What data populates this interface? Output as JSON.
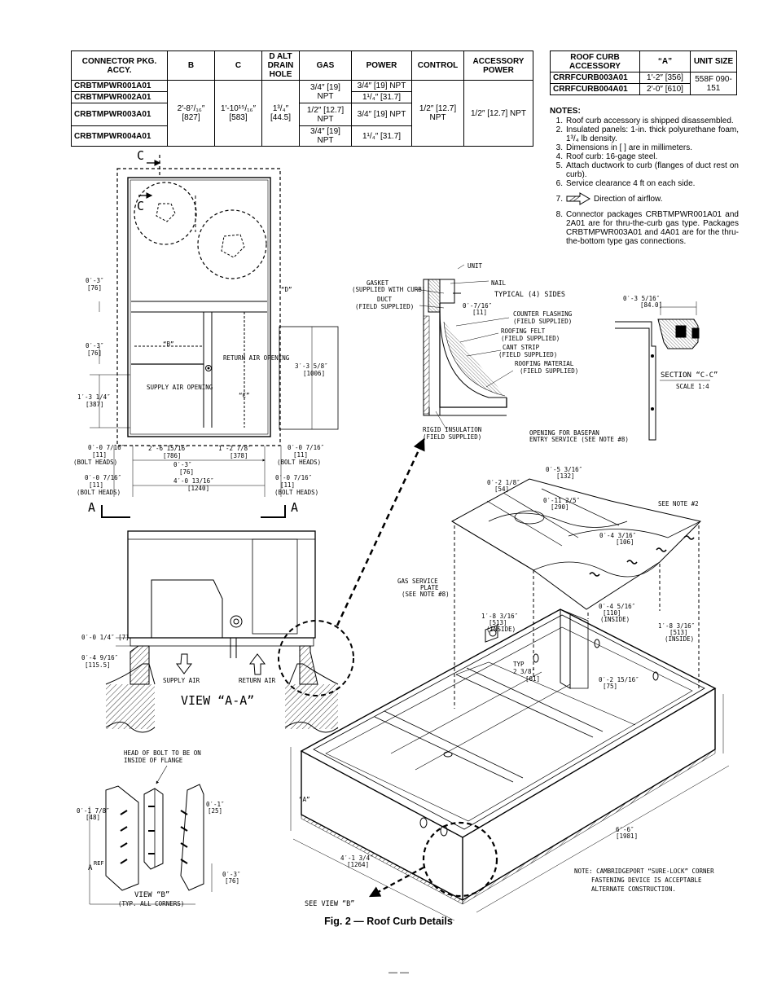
{
  "connector_table": {
    "headers": [
      "CONNECTOR PKG. ACCY.",
      "B",
      "C",
      "D ALT DRAIN HOLE",
      "GAS",
      "POWER",
      "CONTROL",
      "ACCESSORY POWER"
    ],
    "packages": [
      "CRBTMPWR001A01",
      "CRBTMPWR002A01",
      "CRBTMPWR003A01",
      "CRBTMPWR004A01"
    ],
    "b": "2′-8⁷/₁₆″ [827]",
    "c": "1′-10¹⁵/₁₆″ [583]",
    "d": "1³/₄″ [44.5]",
    "gas": [
      "3/4″ [19] NPT",
      "1/2″ [12.7] NPT",
      "3/4″ [19] NPT"
    ],
    "power": [
      "3/4″ [19] NPT",
      "1¹/₄″ [31.7]",
      "3/4″ [19] NPT",
      "1¹/₄″ [31.7]"
    ],
    "control": "1/2″ [12.7] NPT",
    "accessory_power": "1/2″ [12.7] NPT"
  },
  "curb_table": {
    "headers": [
      "ROOF CURB ACCESSORY",
      "“A”",
      "UNIT SIZE"
    ],
    "rows": [
      {
        "accessory": "CRRFCURB003A01",
        "a": "1′-2″ [356]"
      },
      {
        "accessory": "CRRFCURB004A01",
        "a": "2′-0″ [610]"
      }
    ],
    "unit_size": "558F 090-151"
  },
  "notes": {
    "title": "NOTES:",
    "items": [
      {
        "num": "1.",
        "text": "Roof curb accessory is shipped disassembled."
      },
      {
        "num": "2.",
        "text": "Insulated panels: 1-in. thick polyurethane foam, 1³/₄ lb density."
      },
      {
        "num": "3.",
        "text": "Dimensions in [ ] are in millimeters."
      },
      {
        "num": "4.",
        "text": "Roof curb: 16-gage steel."
      },
      {
        "num": "5.",
        "text": "Attach ductwork to curb (flanges of duct rest on curb)."
      },
      {
        "num": "6.",
        "text": "Service clearance 4 ft on each side."
      },
      {
        "num": "7.",
        "text": "Direction of airflow."
      },
      {
        "num": "8.",
        "text": "Connector packages CRBTMPWR001A01 and 2A01 are for thru-the-curb gas type. Packages CRBTMPWR003A01 and 4A01 are for the thru-the-bottom type gas connections."
      }
    ]
  },
  "plan_view": {
    "section_label": "C",
    "point_d": "“D”",
    "point_b": "“B”",
    "point_c": "“C”",
    "return_air": "RETURN AIR OPENING",
    "supply_air": "SUPPLY AIR OPENING",
    "dim_0_3_76_a": [
      "0′-3″",
      "[76]"
    ],
    "dim_0_3_76_b": [
      "0′-3″",
      "[76]"
    ],
    "dim_1_3": [
      "1′-3 1/4″",
      "[387]"
    ],
    "dim_3_3": [
      "3′-3 5/8″",
      "[1006]"
    ],
    "dim_bolt_l": [
      "0′-0 7/16″",
      "[11]",
      "(BOLT HEADS)"
    ],
    "dim_bolt_r": [
      "0′-0 7/16″",
      "[11]",
      "(BOLT HEADS)"
    ],
    "dim_2_6": [
      "2′-6 15/16″",
      "[786]"
    ],
    "dim_1_2": [
      "1′-2 7/8″",
      "[378]"
    ],
    "dim_0_3_c": [
      "0′-3″",
      "[76]"
    ],
    "dim_4_0": [
      "4′-0 13/16″",
      "[1240]"
    ],
    "dim_bolt_bl": [
      "0′-0 7/16″",
      "[11]",
      "(BOLT HEADS)"
    ],
    "dim_bolt_br": [
      "0′-0 7/16″",
      "[11]",
      "(BOLT HEADS)"
    ],
    "section_a": "A"
  },
  "view_aa": {
    "title": "VIEW “A-A”",
    "dim_1": "0′-0 1/4″ [7]",
    "dim_2": [
      "0′-4 9/16″",
      "[115.5]"
    ],
    "supply": "SUPPLY AIR",
    "return": "RETURN AIR"
  },
  "detail": {
    "unit": "UNIT",
    "gasket": [
      "GASKET",
      "(SUPPLIED WITH CURB)"
    ],
    "nail": "NAIL",
    "typical": "TYPICAL (4) SIDES",
    "duct": [
      "DUCT",
      "(FIELD SUPPLIED)"
    ],
    "dim": [
      "0′-7/16″",
      "[11]"
    ],
    "counter_flashing": [
      "COUNTER FLASHING",
      "(FIELD SUPPLIED)"
    ],
    "roofing_felt": [
      "ROOFING FELT",
      "(FIELD SUPPLIED)"
    ],
    "cant_strip": [
      "CANT STRIP",
      "(FIELD SUPPLIED)"
    ],
    "roofing_material": [
      "ROOFING MATERIAL",
      "(FIELD SUPPLIED)"
    ],
    "rigid_insulation": [
      "RIGID INSULATION",
      "(FIELD SUPPLIED)"
    ]
  },
  "section_cc": {
    "dim": [
      "0′-3 5/16″",
      "[84.0]"
    ],
    "title": "SECTION “C-C”",
    "scale": "SCALE 1:4"
  },
  "iso_view": {
    "basepan": [
      "OPENING FOR BASEPAN",
      "ENTRY SERVICE (SEE NOTE #8)"
    ],
    "dim_0_5": [
      "0′-5 3/16″",
      "[132]"
    ],
    "dim_0_2": [
      "0′-2 1/8″",
      "[54]"
    ],
    "dim_0_11": [
      "0′-11 2/5″",
      "[290]"
    ],
    "see_note2": "SEE NOTE #2",
    "dim_0_4": [
      "0′-4 3/16″",
      "[106]"
    ],
    "gas_plate": [
      "GAS SERVICE",
      "PLATE",
      "(SEE NOTE #8)"
    ],
    "dim_1_8a": [
      "1′-8 3/16″",
      "[513]",
      "(INSIDE)"
    ],
    "dim_0_4_5": [
      "0′-4 5/16″",
      "[110]",
      "(INSIDE)"
    ],
    "dim_1_8b": [
      "1′-8 3/16″",
      "[513]",
      "(INSIDE)"
    ],
    "typ": [
      "TYP",
      "2 3/8″",
      "[61]"
    ],
    "dim_0_2_15": [
      "0′-2 15/16″",
      "[75]"
    ],
    "dim_a": "“A”",
    "dim_6_6": [
      "6′-6″",
      "[1981]"
    ],
    "dim_4_1": [
      "4′-1 3/4″",
      "[1264]"
    ],
    "note": [
      "NOTE: CAMBRIDGEPORT “SURE-LOCK” CORNER",
      "FASTENING DEVICE IS ACCEPTABLE",
      "ALTERNATE CONSTRUCTION."
    ],
    "see_view_b": "SEE VIEW “B”"
  },
  "view_b": {
    "head_bolt": [
      "HEAD OF BOLT TO BE ON",
      "INSIDE OF FLANGE"
    ],
    "dim_1_7": [
      "0′-1 7/8″",
      "[48]"
    ],
    "dim_0_1": [
      "0′-1″",
      "[25]"
    ],
    "a_ref": "A",
    "ref": "REF",
    "dim_0_3": [
      "0′-3″",
      "[76]"
    ],
    "title": "VIEW “B”",
    "subtitle": "(TYP. ALL CORNERS)"
  },
  "caption": "Fig. 2 — Roof Curb Details",
  "page_number": "— —"
}
